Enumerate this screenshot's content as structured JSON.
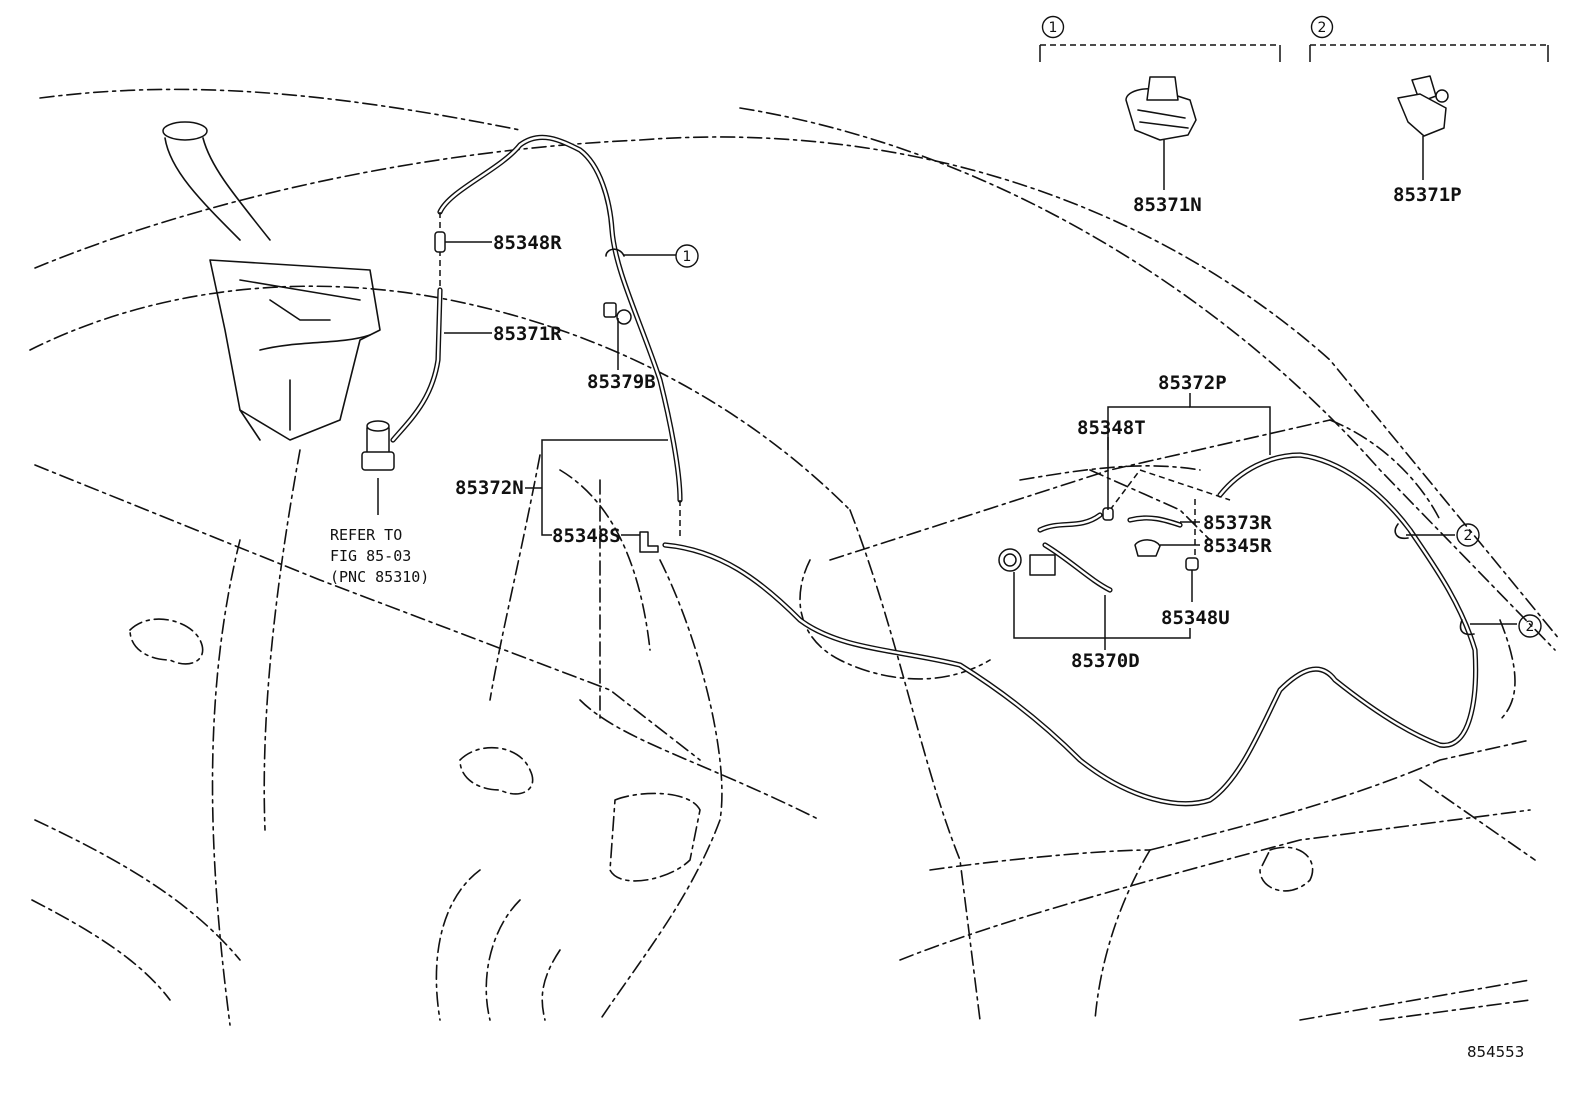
{
  "part_labels": {
    "p85371N": "85371N",
    "p85371P": "85371P",
    "p85348R": "85348R",
    "p85371R": "85371R",
    "p85379B": "85379B",
    "p85372P": "85372P",
    "p85348T": "85348T",
    "p85372N": "85372N",
    "p85348S": "85348S",
    "p85373R": "85373R",
    "p85345R": "85345R",
    "p85348U": "85348U",
    "p85370D": "85370D"
  },
  "callouts": {
    "c1_header": "1",
    "c2_header": "2",
    "c1_a": "1",
    "c2_a": "2",
    "c2_b": "2"
  },
  "reference_note": {
    "line1": "REFER TO",
    "line2": "FIG 85-03",
    "line3": "(PNC 85310)"
  },
  "figure_number": "854553"
}
